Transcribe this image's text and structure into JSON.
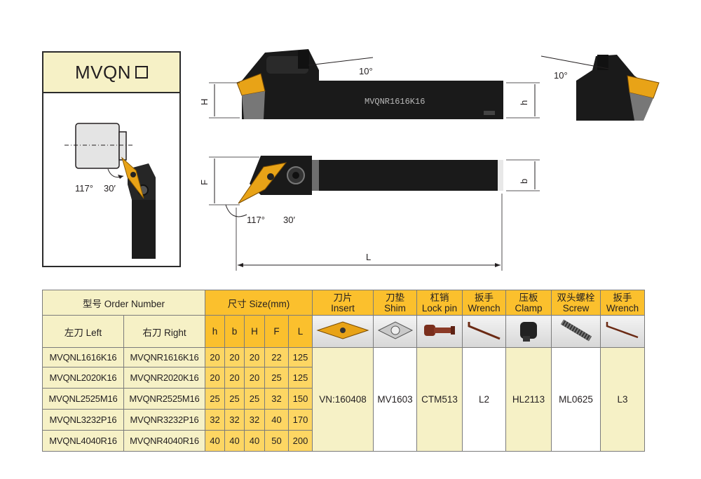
{
  "panel": {
    "series": "MVQN"
  },
  "drawing": {
    "side_angle_left": "10°",
    "side_angle_right": "10°",
    "body_marking": "MVQNR1616K16",
    "approach_angle": "117°",
    "point_angle": "30′",
    "dim_H": "H",
    "dim_h": "h",
    "dim_F": "F",
    "dim_b": "b",
    "dim_L": "L"
  },
  "table": {
    "order_number": "型号 Order Number",
    "size": "尺寸 Size(mm)",
    "left": "左刀 Left",
    "right": "右刀 Right",
    "col_h": "h",
    "col_b": "b",
    "col_H": "H",
    "col_F": "F",
    "col_L": "L",
    "parts": [
      {
        "cn": "刀片",
        "en": "Insert",
        "value": "VN:160408"
      },
      {
        "cn": "刀垫",
        "en": "Shim",
        "value": "MV1603"
      },
      {
        "cn": "杠销",
        "en": "Lock pin",
        "value": "CTM513"
      },
      {
        "cn": "扳手",
        "en": "Wrench",
        "value": "L2"
      },
      {
        "cn": "压板",
        "en": "Clamp",
        "value": "HL2113"
      },
      {
        "cn": "双头螺栓",
        "en": "Screw",
        "value": "ML0625"
      },
      {
        "cn": "扳手",
        "en": "Wrench",
        "value": "L3"
      }
    ],
    "rows": [
      {
        "left": "MVQNL1616K16",
        "right": "MVQNR1616K16",
        "h": "20",
        "b": "20",
        "H": "20",
        "F": "22",
        "L": "125"
      },
      {
        "left": "MVQNL2020K16",
        "right": "MVQNR2020K16",
        "h": "20",
        "b": "20",
        "H": "20",
        "F": "25",
        "L": "125"
      },
      {
        "left": "MVQNL2525M16",
        "right": "MVQNR2525M16",
        "h": "25",
        "b": "25",
        "H": "25",
        "F": "32",
        "L": "150"
      },
      {
        "left": "MVQNL3232P16",
        "right": "MVQNR3232P16",
        "h": "32",
        "b": "32",
        "H": "32",
        "F": "40",
        "L": "170"
      },
      {
        "left": "MVQNL4040R16",
        "right": "MVQNR4040R16",
        "h": "40",
        "b": "40",
        "H": "40",
        "F": "50",
        "L": "200"
      }
    ]
  },
  "colors": {
    "header_cream": "#f6f1c6",
    "size_yellow": "#fbc02d",
    "dim_gold": "#fdd663",
    "insert_gold": "#e8a317"
  }
}
